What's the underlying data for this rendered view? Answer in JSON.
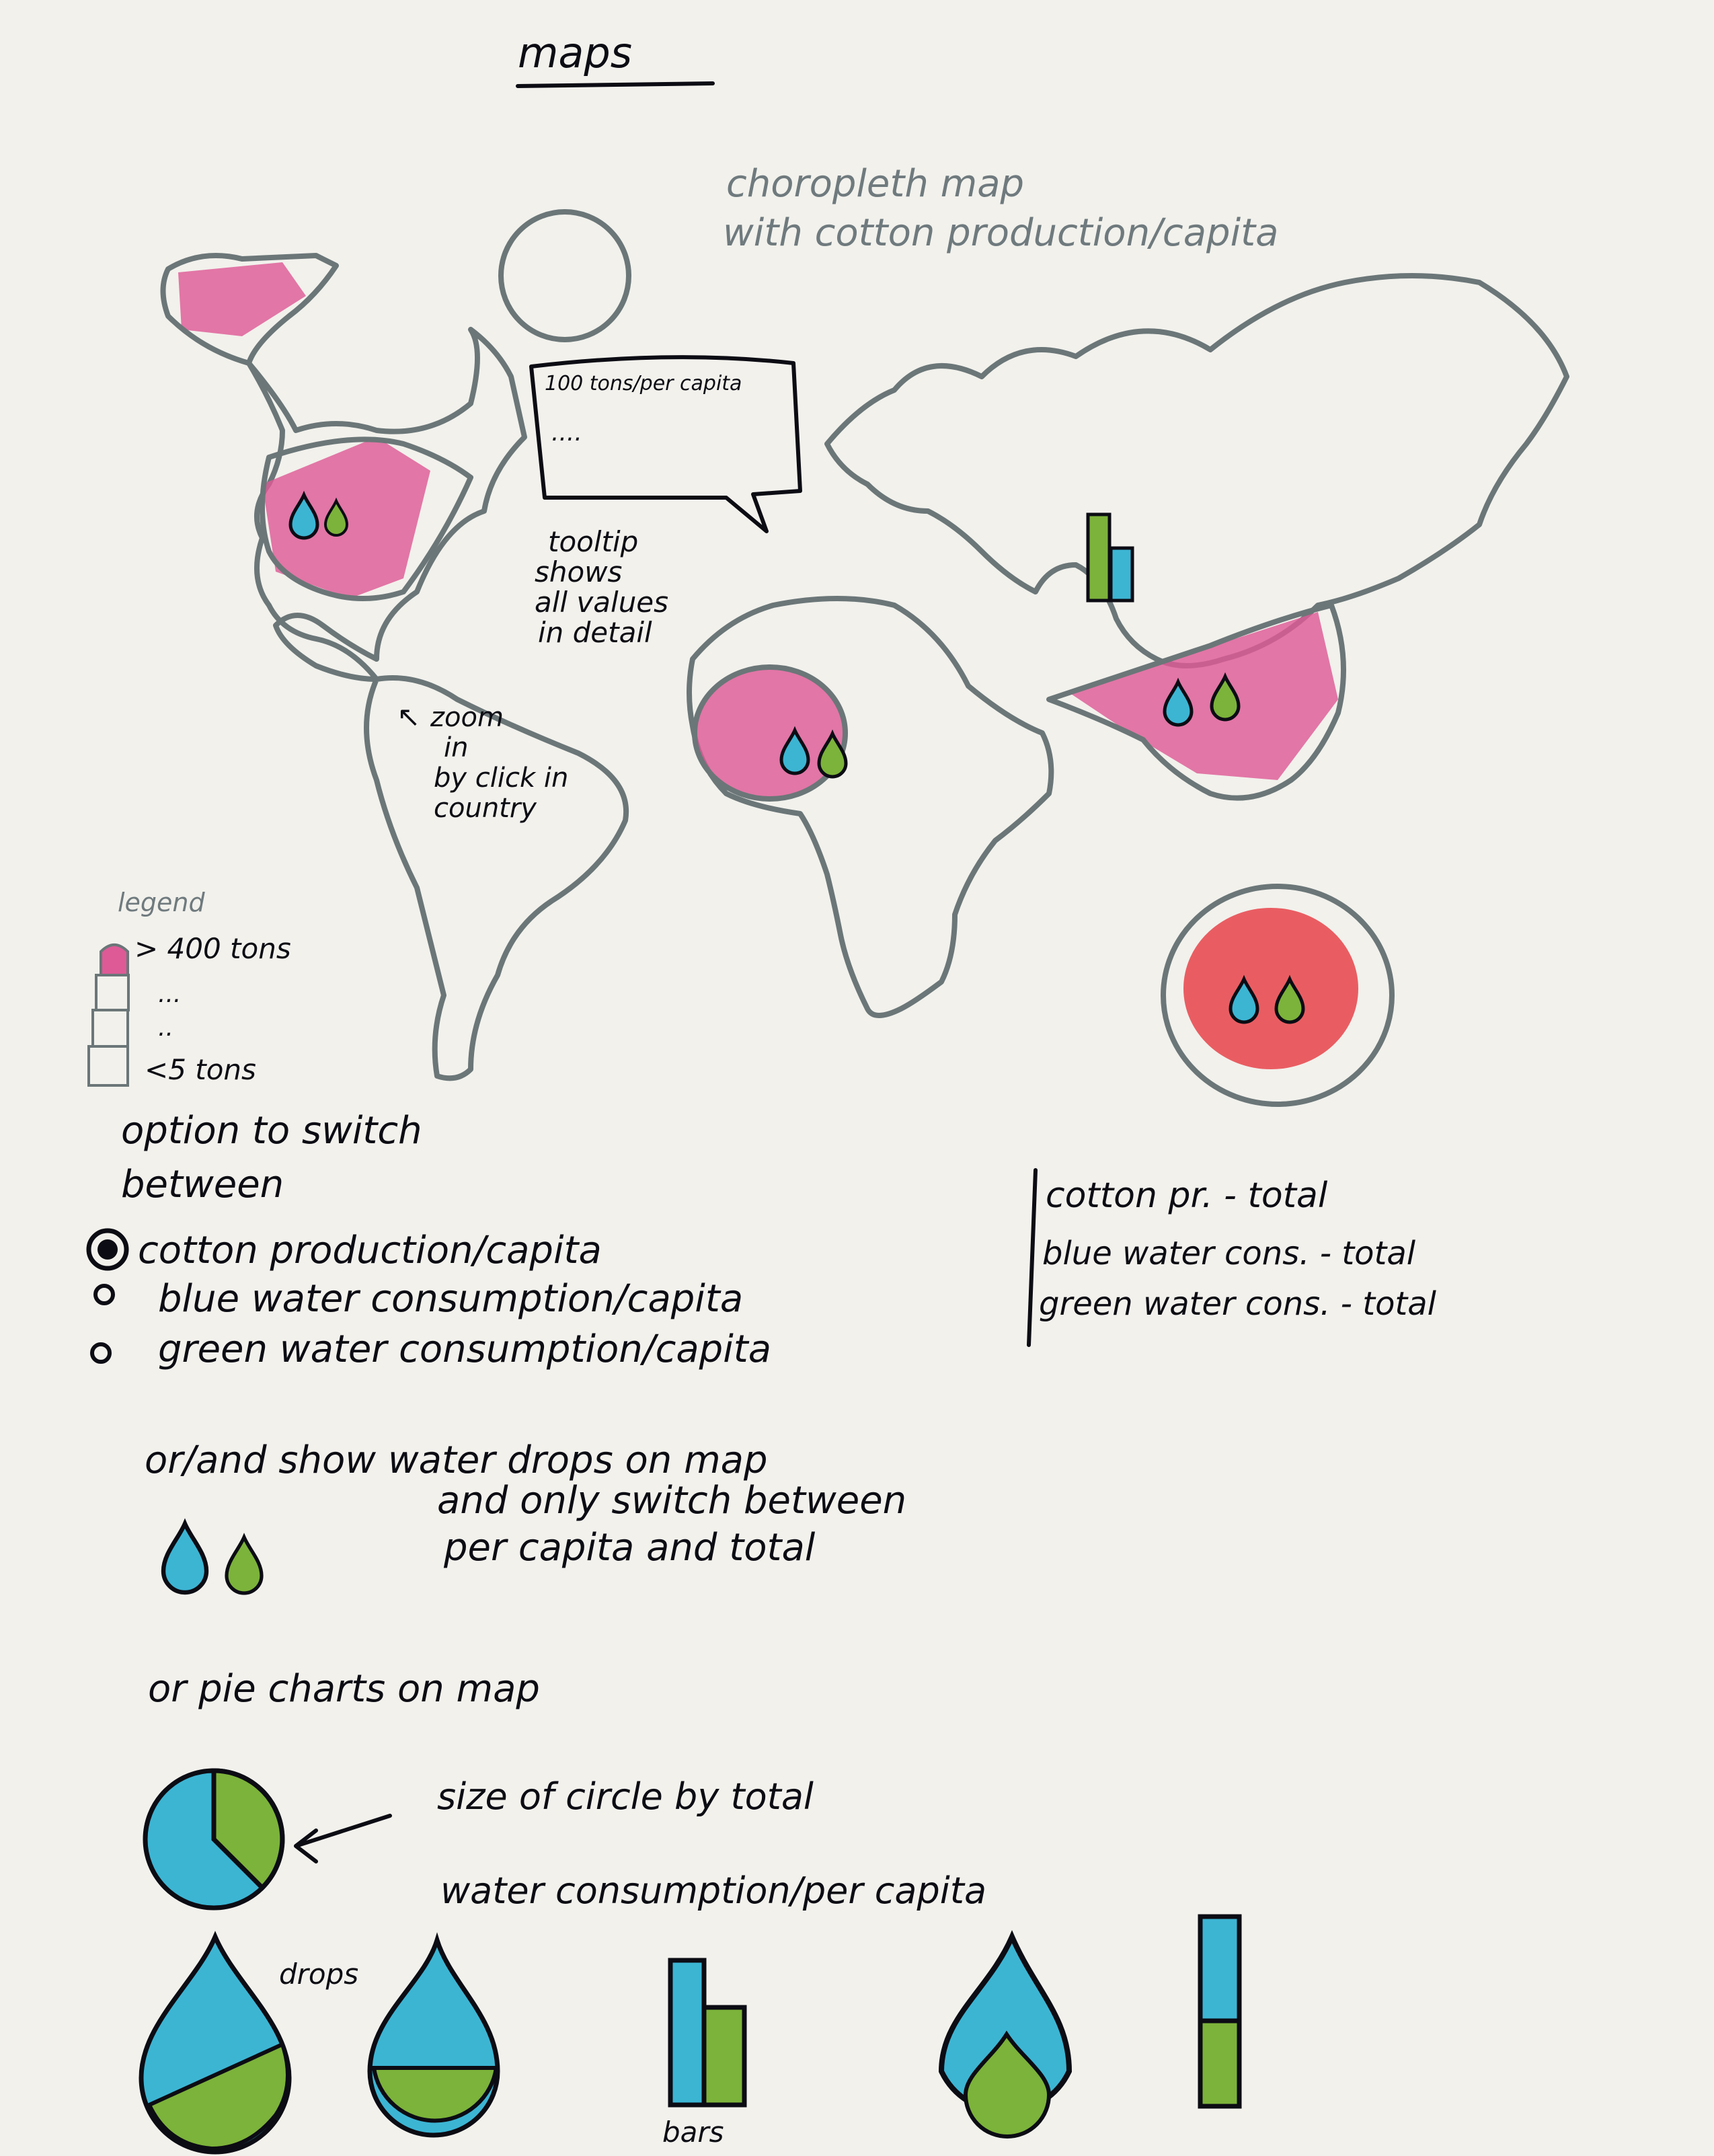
{
  "title": "maps",
  "subtitle": [
    "choropleth map",
    "with cotton production/capita"
  ],
  "tooltip": {
    "value": "100 tons/per capita",
    "dots": "....",
    "note": [
      "tooltip",
      "shows",
      "all values",
      "in detail"
    ]
  },
  "zoom_note": [
    "zoom",
    "in",
    "by click in",
    "country"
  ],
  "legend": {
    "title": "legend",
    "items": [
      "> 400 tons",
      "...",
      "..",
      "<5 tons"
    ]
  },
  "switch_options": {
    "intro": [
      "option to switch",
      "between"
    ],
    "per_capita": [
      {
        "label": "cotton production/capita",
        "selected": true
      },
      {
        "label": "blue water consumption/capita",
        "selected": false
      },
      {
        "label": "green water consumption/capita",
        "selected": false
      }
    ],
    "total": [
      "cotton pr. - total",
      "blue water cons. - total",
      "green water cons. - total"
    ]
  },
  "drops_note": [
    "or/and  show water drops on map",
    "and only switch between",
    "per capita  and  total"
  ],
  "pie_note": "or pie charts on map",
  "size_note": [
    "size of circle by total",
    "water consumption/per capita"
  ],
  "labels": {
    "drops": "drops",
    "bars": "bars"
  },
  "colors": {
    "choropleth": "#de5a96",
    "highlight": "#e8434a",
    "blue_water": "#3cb5d3",
    "green_water": "#7cb33a",
    "ink": "#0c0c14",
    "outline": "#6b7678"
  }
}
